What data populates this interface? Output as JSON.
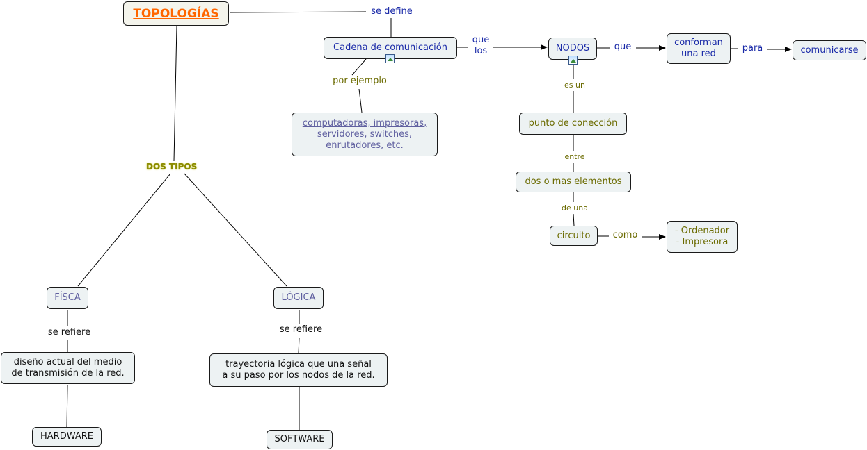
{
  "title": "TOPOLOGÍAS",
  "types_label": "DOS TIPOS",
  "nodes": {
    "fisica": "FÍSCA",
    "logica": "LÓGICA",
    "fisica_desc": "diseño actual del medio\nde transmisión de la red.",
    "logica_desc": "trayectoria lógica que una señal\na su paso por los nodos de la red.",
    "hardware": "HARDWARE",
    "software": "SOFTWARE",
    "cadena": "Cadena de comunicación",
    "ejemplos": "computadoras, impresoras,\nservidores, switches,\nenrutadores, etc.",
    "nodos": "NODOS",
    "conforman": "conforman\nuna red",
    "comunicarse": "comunicarse",
    "punto": "punto de conección",
    "dos_elementos": "dos o mas elementos",
    "circuito": "circuito",
    "ordenador": "- Ordenador\n- Impresora"
  },
  "links": {
    "se_define": "se define",
    "que_los": "que\nlos",
    "que": "que",
    "para": "para",
    "por_ejemplo": "por ejemplo",
    "es_un": "es un",
    "entre": "entre",
    "de_una": "de una",
    "como": "como",
    "se_refiere_fisica": "se refiere",
    "se_refiere_logica": "se refiere"
  },
  "colors": {
    "blue_text": "#1a2aa8",
    "olive_text": "#6b6b00",
    "title_text": "#ff6600",
    "node_fill": "#edf2f3"
  }
}
